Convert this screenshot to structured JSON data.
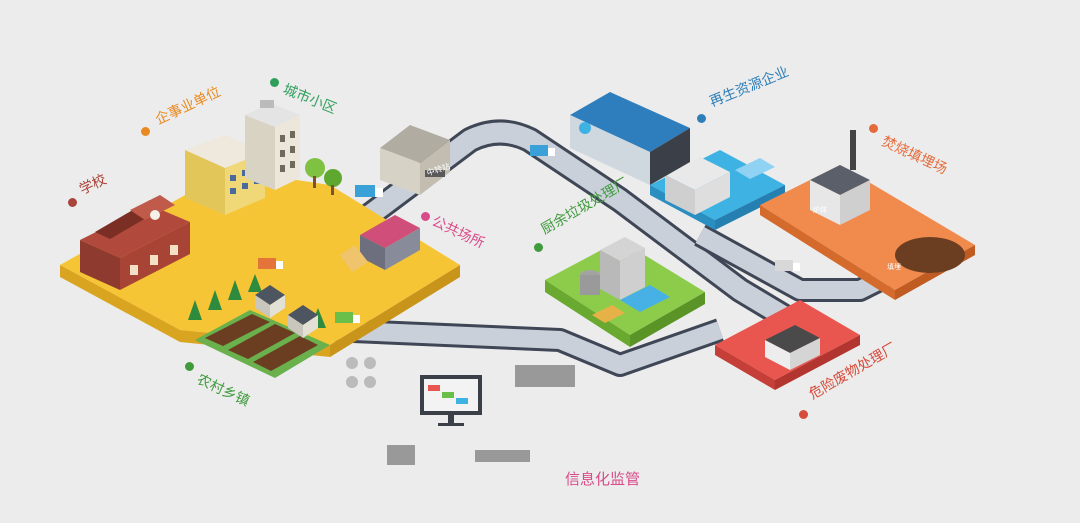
{
  "labels": {
    "school": "学校",
    "enterprise": "企事业单位",
    "residential": "城市小区",
    "public_places": "公共场所",
    "rural": "农村乡镇",
    "kitchen_waste": "厨余垃圾处理厂",
    "recycling": "再生资源企业",
    "incineration": "焚烧填埋场",
    "hazardous": "危险废物处理厂",
    "info_monitoring": "信息化监管"
  },
  "signs": {
    "transfer_station": "中转站",
    "furnace": "炉体",
    "landfill_pit": "填埋"
  },
  "colors": {
    "background": "#ececec",
    "road": "#c9d0da",
    "road_edge": "#3f4756",
    "yellow_zone": "#f6c535",
    "green_zone": "#8dcc4b",
    "blue_zone": "#3fb2e4",
    "orange_zone": "#f08a4d",
    "red_zone": "#e9564f",
    "school_label": "#a8443a",
    "enterprise_label": "#e98a21",
    "residential_label": "#2f9f5c",
    "public_label": "#d94b8a",
    "rural_label": "#3f9b3c",
    "kitchen_label": "#3f9b3c",
    "recycling_label": "#2e7fb8",
    "incineration_label": "#e56a3a",
    "hazardous_label": "#d64b3b",
    "info_label": "#d94b8a"
  }
}
